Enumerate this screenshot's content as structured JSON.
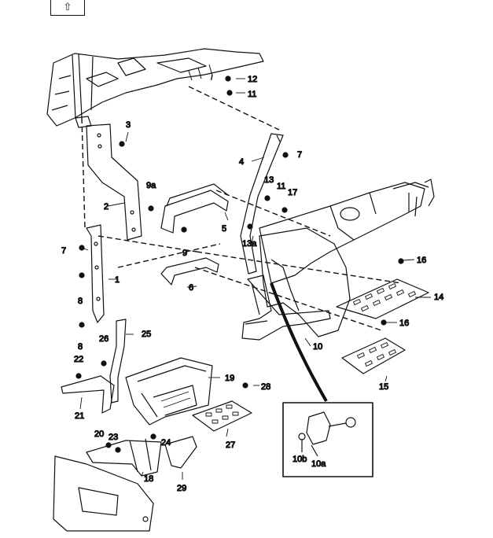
{
  "nav": {
    "up_icon": "up-arrow-icon",
    "up_glyph": "⇧"
  },
  "callouts": [
    {
      "id": "c1",
      "text": "1"
    },
    {
      "id": "c2",
      "text": "2"
    },
    {
      "id": "c3",
      "text": "3"
    },
    {
      "id": "c4",
      "text": "4"
    },
    {
      "id": "c5",
      "text": "5"
    },
    {
      "id": "c6",
      "text": "6"
    },
    {
      "id": "c7a",
      "text": "7"
    },
    {
      "id": "c7b",
      "text": "7"
    },
    {
      "id": "c8a",
      "text": "8"
    },
    {
      "id": "c8b",
      "text": "8"
    },
    {
      "id": "c9",
      "text": "9"
    },
    {
      "id": "c9a",
      "text": "9a"
    },
    {
      "id": "c10",
      "text": "10"
    },
    {
      "id": "c10a",
      "text": "10a"
    },
    {
      "id": "c10b",
      "text": "10b"
    },
    {
      "id": "c11a",
      "text": "11"
    },
    {
      "id": "c11b",
      "text": "11"
    },
    {
      "id": "c12",
      "text": "12"
    },
    {
      "id": "c13",
      "text": "13"
    },
    {
      "id": "c13a",
      "text": "13a"
    },
    {
      "id": "c14",
      "text": "14"
    },
    {
      "id": "c15",
      "text": "15"
    },
    {
      "id": "c16a",
      "text": "16"
    },
    {
      "id": "c16b",
      "text": "16"
    },
    {
      "id": "c17",
      "text": "17"
    },
    {
      "id": "c18",
      "text": "18"
    },
    {
      "id": "c19",
      "text": "19"
    },
    {
      "id": "c20",
      "text": "20"
    },
    {
      "id": "c21",
      "text": "21"
    },
    {
      "id": "c22",
      "text": "22"
    },
    {
      "id": "c23",
      "text": "23"
    },
    {
      "id": "c24",
      "text": "24"
    },
    {
      "id": "c25",
      "text": "25"
    },
    {
      "id": "c26",
      "text": "26"
    },
    {
      "id": "c27",
      "text": "27"
    },
    {
      "id": "c28",
      "text": "28"
    },
    {
      "id": "c29",
      "text": "29"
    }
  ]
}
